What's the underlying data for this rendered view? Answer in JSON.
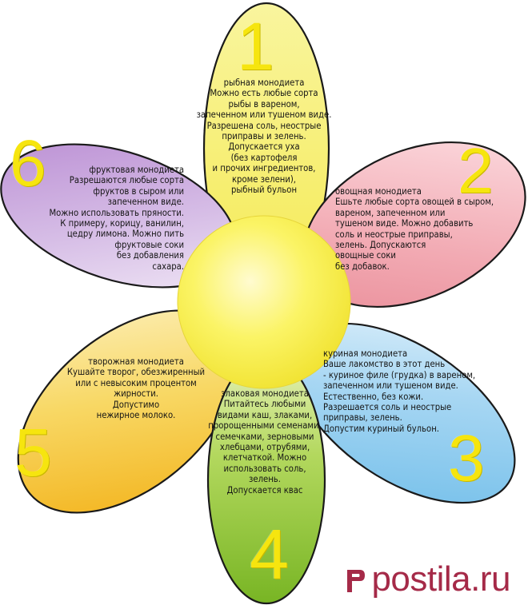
{
  "petals": [
    {
      "number": "1",
      "color": "#f7ef72",
      "text": "рыбная монодиета\nМожно есть любые сорта\nрыбы в вареном,\nзапеченном или тушеном виде.\nРазрешена соль, неострые\nприправы и зелень.\nДопускается уха\n(без картофеля\nи прочих ингредиентов,\nкроме зелени),\nрыбный бульон"
    },
    {
      "number": "2",
      "color": "#f0a4ae",
      "text": "овощная монодиета\nЕшьте любые сорта овощей в сыром,\nвареном, запеченном или\nтушеном виде. Можно добавить\nсоль и неострые приправы,\nзелень. Допускаются\nовощные соки\nбез добавок."
    },
    {
      "number": "3",
      "color": "#9fd3f2",
      "text": "куриная монодиета\nВаше лакомство в этот день\n- куриное филе (грудка) в вареном,\nзапеченном или тушеном виде.\nЕстественно, без кожи.\nРазрешается соль и неострые\nприправы, зелень.\nДопустим куриный бульон."
    },
    {
      "number": "4",
      "color": "#a6d24a",
      "text": "злаковая монодиета\nПитайтесь любыми\nвидами каш, злаками,\nпророщенными семенами,\nсемечками, зерновыми\nхлебцами, отрубями,\nклетчаткой. Можно\nиспользовать соль,\nзелень.\nДопускается квас"
    },
    {
      "number": "5",
      "color": "#f5c63a",
      "text": "творожная монодиета\nКушайте творог, обезжиренный\nили с невысоким процентом\nжирности.\nДопустимо\nнежирное молоко."
    },
    {
      "number": "6",
      "color": "#c9a6dc",
      "text": "фруктовая монодиета\nРазрешаются любые сорта\nфруктов в сыром или\nзапеченном виде.\nМожно использовать пряности.\nК примеру, корицу, ванилин,\nцедру лимона. Можно пить\nфруктовые соки\nбез добавления\nсахара."
    }
  ],
  "center_color": "#fbf25f",
  "watermark": {
    "text": "postila.ru",
    "color": "#a52a48"
  }
}
